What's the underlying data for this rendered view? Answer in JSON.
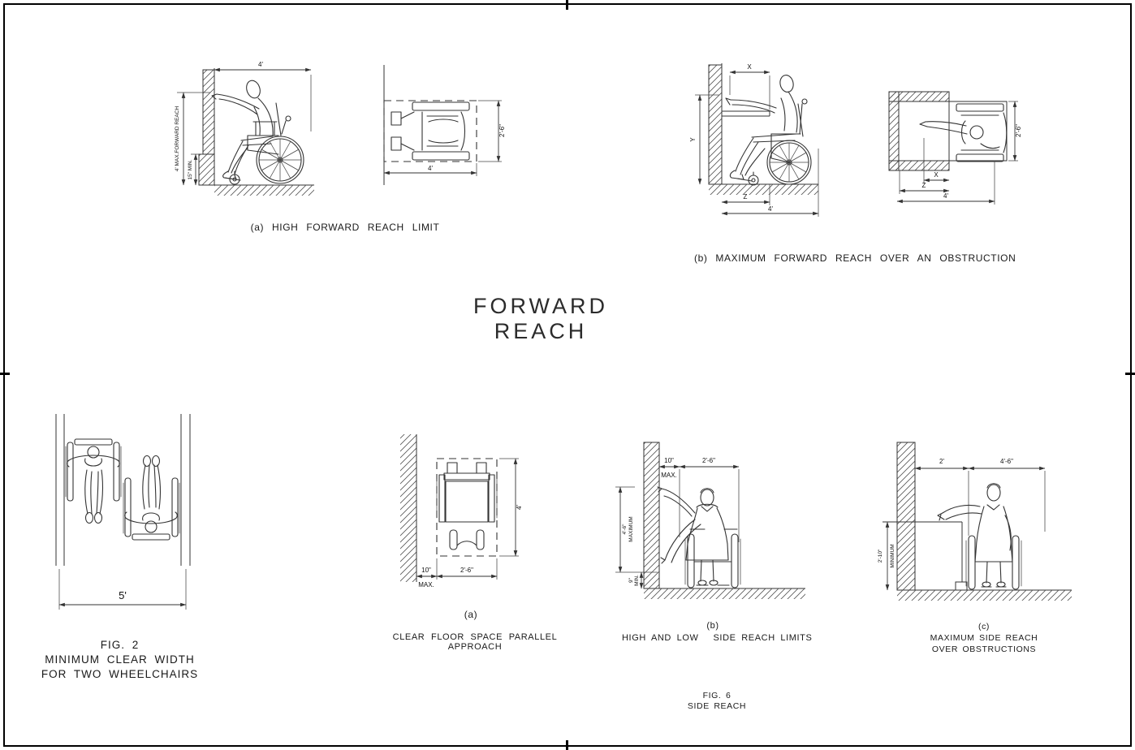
{
  "sheet": {
    "title": "FORWARD REACH",
    "fig6_caption": {
      "line1": "FIG. 6",
      "line2": "SIDE REACH"
    },
    "border_color": "#000000",
    "line_color": "#333333"
  },
  "high_forward_reach": {
    "caption": "(a) HIGH FORWARD REACH LIMIT",
    "dims": {
      "top_width": "4'",
      "max_reach": "4' MAX.FORWARD REACH",
      "min_clearance": "15\" MIN."
    }
  },
  "clear_floor_space_plan": {
    "dims": {
      "width": "2'-6\"",
      "length": "4'"
    }
  },
  "forward_reach_over_obstruction": {
    "caption": "(b) MAXIMUM FORWARD REACH OVER AN OBSTRUCTION",
    "dims": {
      "reach_depth": "X",
      "reach_height": "Y",
      "clear_depth": "Z",
      "length": "4'"
    },
    "plan_dims": {
      "reach_depth": "X",
      "clear_depth": "Z",
      "length": "4'",
      "width": "2'-6\""
    }
  },
  "two_wheelchairs": {
    "caption": {
      "line1": "FIG. 2",
      "line2": "MINIMUM CLEAR WIDTH",
      "line3": "FOR TWO WHEELCHAIRS"
    },
    "dims": {
      "clear_width": "5'"
    }
  },
  "parallel_approach": {
    "label": "(a)",
    "caption": "CLEAR FLOOR SPACE   PARALLEL APPROACH",
    "dims": {
      "wall_offset": "10\"",
      "wall_offset_qual": "MAX.",
      "width": "2'-6\"",
      "length": "4'"
    }
  },
  "side_reach_limits": {
    "label": "(b)",
    "caption_left": "HIGH AND LOW",
    "caption_right": "SIDE REACH LIMITS",
    "dims": {
      "wall_offset": "10\"",
      "wall_offset_qual": "MAX.",
      "width": "2'-6\"",
      "high_reach": "4'-6\"",
      "high_reach_qual": "MAXIMUM",
      "low_reach": "9\"",
      "low_reach_qual": "MIN."
    }
  },
  "side_reach_over_obstruction": {
    "label": "(c)",
    "caption": {
      "line1": "MAXIMUM SIDE REACH",
      "line2": "OVER OBSTRUCTIONS"
    },
    "dims": {
      "obstruction_depth": "2'",
      "reach_width": "4'-6\"",
      "height": "2'-10\"",
      "height_qual": "MINIMUM"
    }
  }
}
